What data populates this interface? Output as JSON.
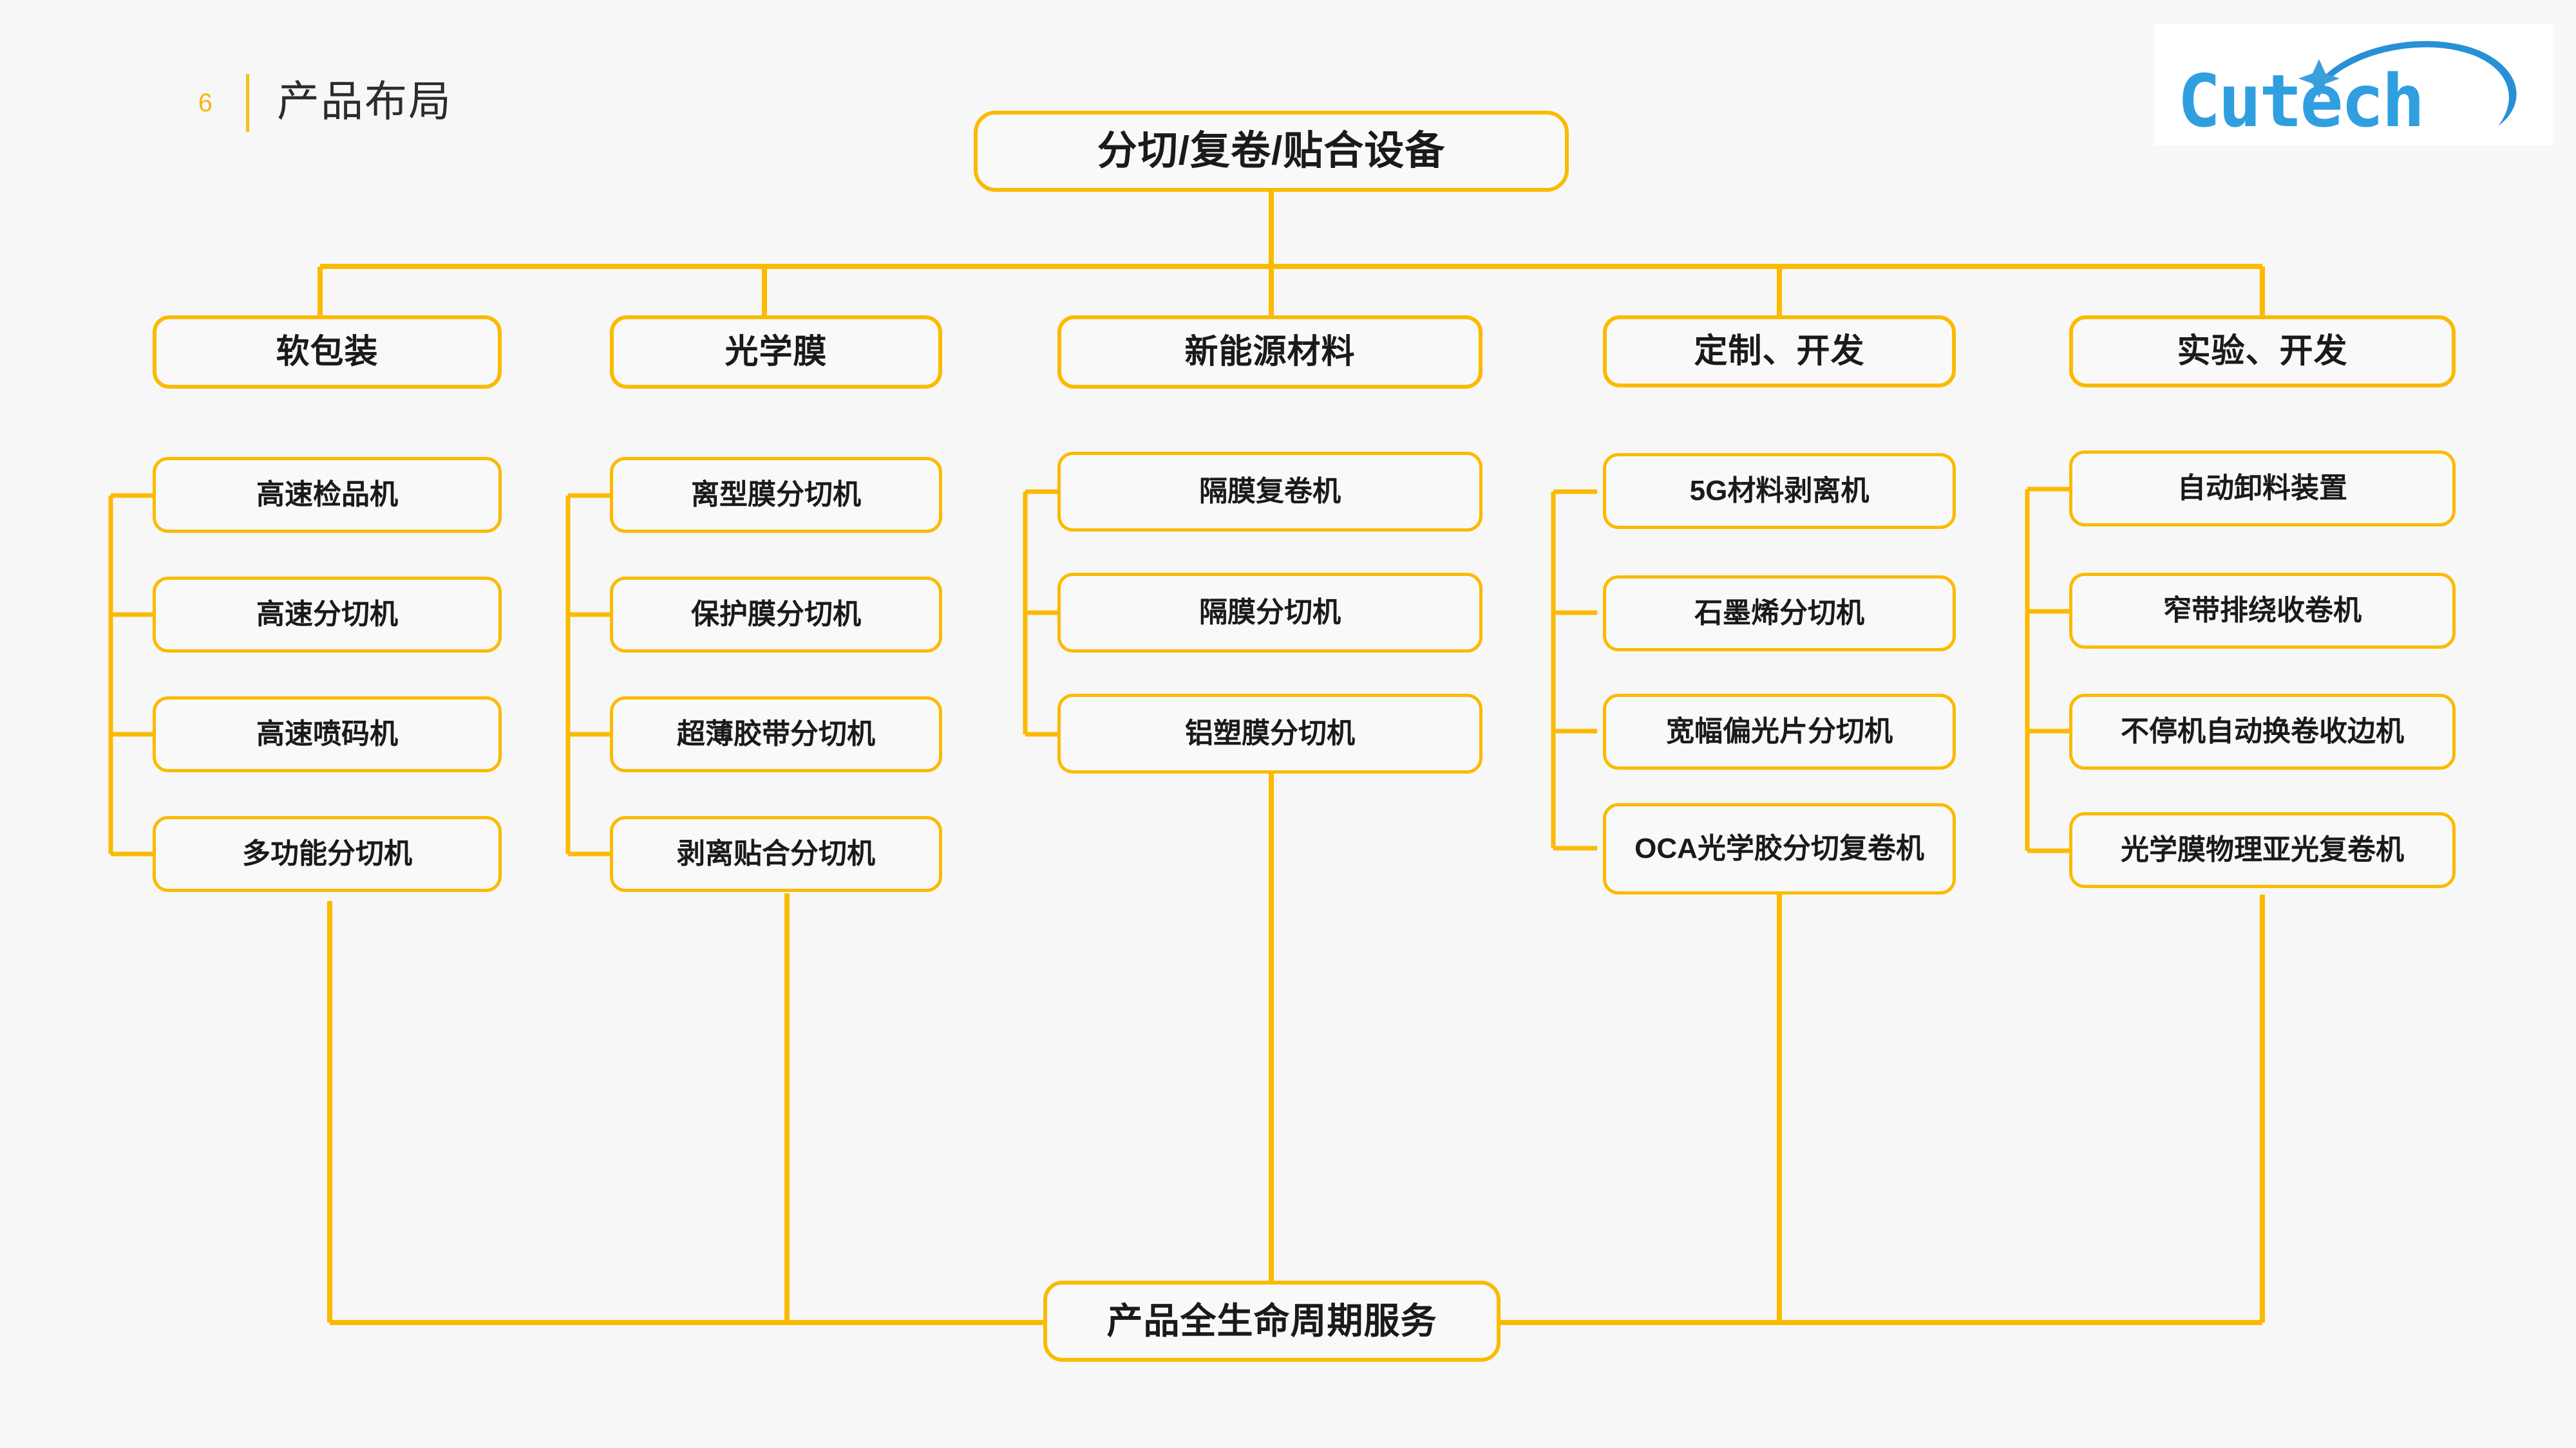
{
  "header": {
    "page_number": "6",
    "title": "产品布局"
  },
  "logo": {
    "name": "cutech-logo",
    "text": "Cutech",
    "color": "#2f9fe0",
    "color_dark": "#1b7fc4"
  },
  "theme": {
    "accent": "#FBBA00",
    "background": "#f7f7f7",
    "text": "#1a1a1a"
  },
  "diagram": {
    "root": {
      "label": "分切/复卷/贴合设备"
    },
    "footer": {
      "label": "产品全生命周期服务"
    },
    "columns": [
      {
        "category": "软包装",
        "items": [
          "高速检品机",
          "高速分切机",
          "高速喷码机",
          "多功能分切机"
        ]
      },
      {
        "category": "光学膜",
        "items": [
          "离型膜分切机",
          "保护膜分切机",
          "超薄胶带分切机",
          "剥离贴合分切机"
        ]
      },
      {
        "category": "新能源材料",
        "items": [
          "隔膜复卷机",
          "隔膜分切机",
          "铝塑膜分切机"
        ]
      },
      {
        "category": "定制、开发",
        "items": [
          "5G材料剥离机",
          "石墨烯分切机",
          "宽幅偏光片分切机",
          "OCA光学胶分切复卷机"
        ]
      },
      {
        "category": "实验、开发",
        "items": [
          "自动卸料装置",
          "窄带排绕收卷机",
          "不停机自动换卷收边机",
          "光学膜物理亚光复卷机"
        ]
      }
    ]
  }
}
